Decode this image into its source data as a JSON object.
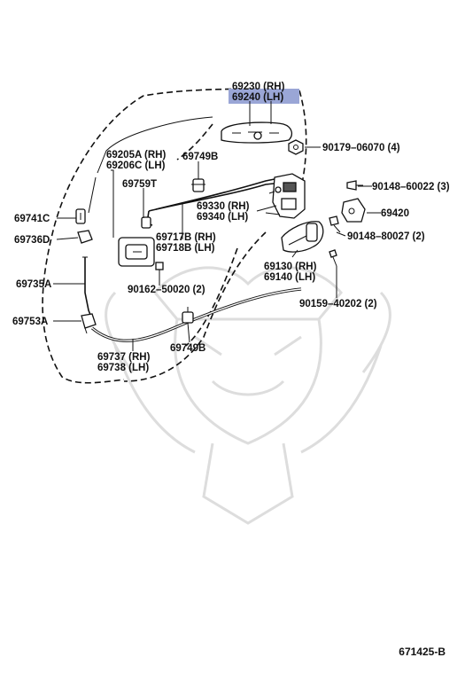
{
  "catalog_number": "671425-B",
  "highlight_color": "#9aa6d6",
  "labels": {
    "p69230": "69230 (RH)",
    "p69240": "69240 (LH)",
    "p90179": "90179–06070 (4)",
    "p69749b_top": "69749B",
    "p69205a": "69205A (RH)",
    "p69206c": "69206C (LH)",
    "p69759t": "69759T",
    "p90148_60022": "90148–60022 (3)",
    "p69741c": "69741C",
    "p69330": "69330 (RH)",
    "p69340": "69340 (LH)",
    "p69420": "69420",
    "p69736d": "69736D",
    "p69717b": "69717B (RH)",
    "p69718b": "69718B (LH)",
    "p90148_80027": "90148–80027 (2)",
    "p69735a": "69735A",
    "p90162": "90162–50020 (2)",
    "p69130": "69130 (RH)",
    "p69140": "69140 (LH)",
    "p90159": "90159–40202 (2)",
    "p69753a": "69753A",
    "p69749b_bottom": "69749B",
    "p69737": "69737 (RH)",
    "p69738": "69738 (LH)"
  }
}
